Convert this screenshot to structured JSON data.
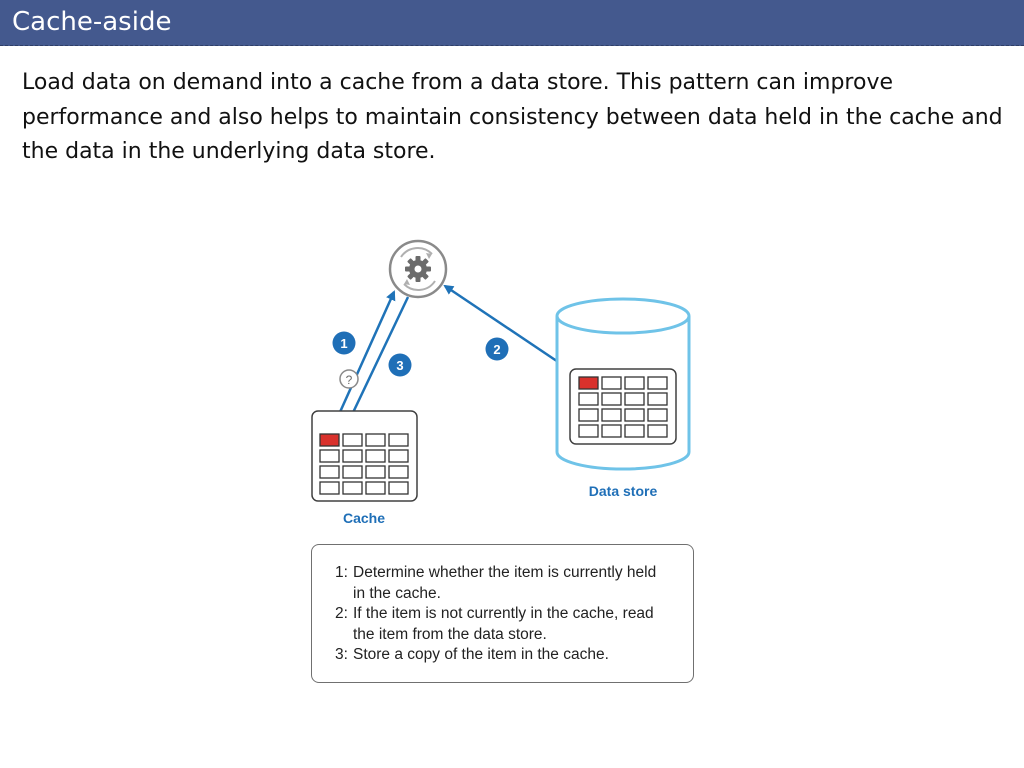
{
  "header": {
    "title": "Cache-aside"
  },
  "intro": {
    "text": "Load data on demand into a cache from a data store. This pattern can improve performance and also helps to maintain consistency between data held in the cache and the data in the underlying data store."
  },
  "diagram": {
    "cache_label": "Cache",
    "datastore_label": "Data store",
    "badges": {
      "one": "1",
      "two": "2",
      "three": "3",
      "query": "?"
    },
    "colors": {
      "arrow": "#1f73b8",
      "badge": "#1f6fb7",
      "cylinder": "#6fc3e8",
      "highlight": "#d9312c"
    },
    "steps": [
      {
        "num": "1:",
        "text": "Determine whether the item is currently held in the cache."
      },
      {
        "num": "2:",
        "text": "If the item is not currently in the cache, read the item from the data store."
      },
      {
        "num": "3:",
        "text": "Store a copy of the item in the cache."
      }
    ]
  }
}
